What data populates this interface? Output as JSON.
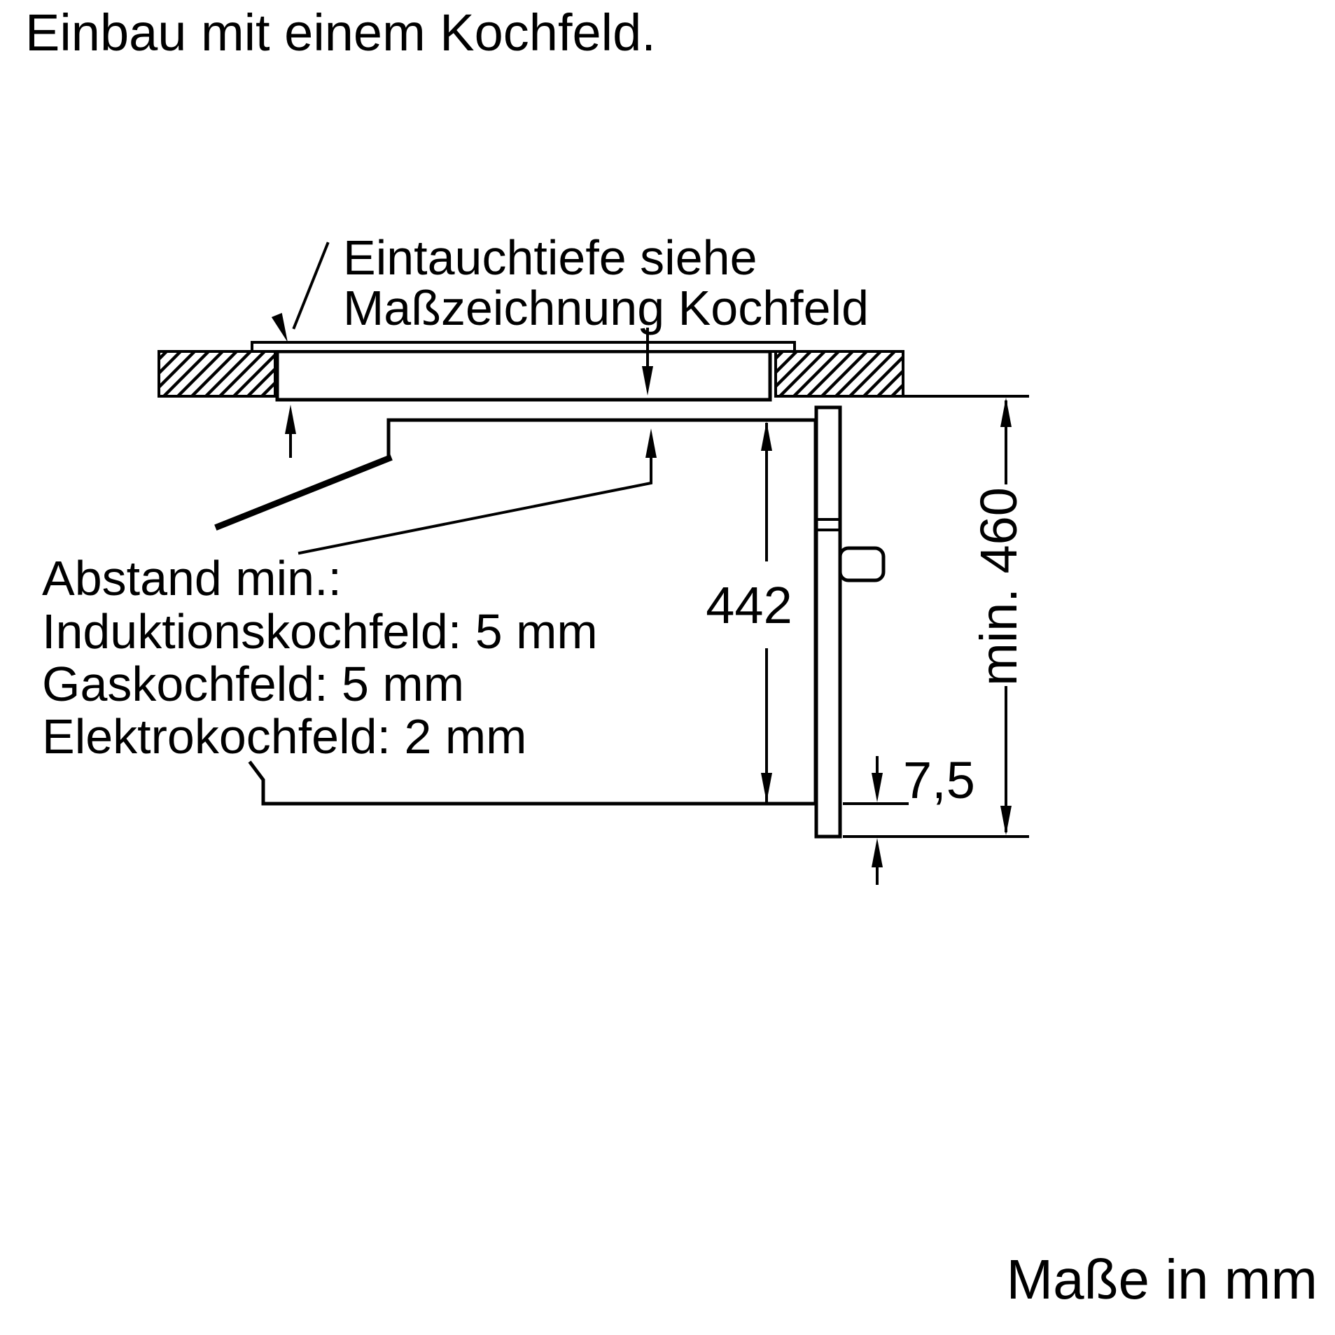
{
  "colors": {
    "ink": "#000000",
    "background": "#ffffff"
  },
  "title": "Einbau mit einem Kochfeld.",
  "annotations": {
    "immersion_note_line1": "Eintauchtiefe siehe",
    "immersion_note_line2": "Maßzeichnung Kochfeld",
    "clearance_heading": "Abstand min.:",
    "clearance_induction": "Induktionskochfeld: 5 mm",
    "clearance_gas": "Gaskochfeld: 5 mm",
    "clearance_electric": "Elektrokochfeld: 2 mm"
  },
  "dimensions": {
    "niche_height": "442",
    "min_height": "min. 460",
    "front_overhang": "7,5"
  },
  "footer": {
    "units_note": "Maße in mm"
  }
}
